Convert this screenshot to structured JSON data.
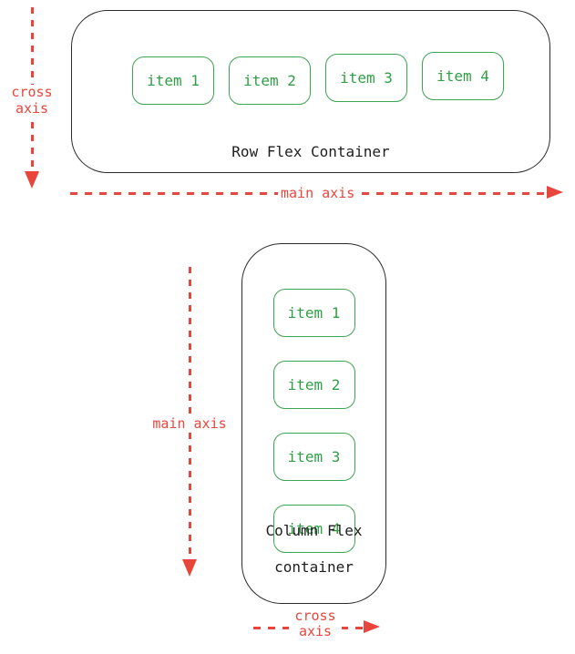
{
  "colors": {
    "stroke_black": "#2b2b2b",
    "item_green_border": "#3ca452",
    "item_green_text": "#2f9e44",
    "axis_red": "#e8463c",
    "background": "#ffffff"
  },
  "row_section": {
    "container_label": "Row Flex Container",
    "items": [
      "item 1",
      "item 2",
      "item 3",
      "item 4"
    ],
    "cross_axis": {
      "line1": "cross",
      "line2": "axis"
    },
    "main_axis_label": "main axis"
  },
  "column_section": {
    "container_label": {
      "line1": "Column Flex",
      "line2": "container"
    },
    "items": [
      "item 1",
      "item 2",
      "item 3",
      "item 4"
    ],
    "main_axis_label": "main axis",
    "cross_axis": {
      "line1": "cross",
      "line2": "axis"
    }
  }
}
